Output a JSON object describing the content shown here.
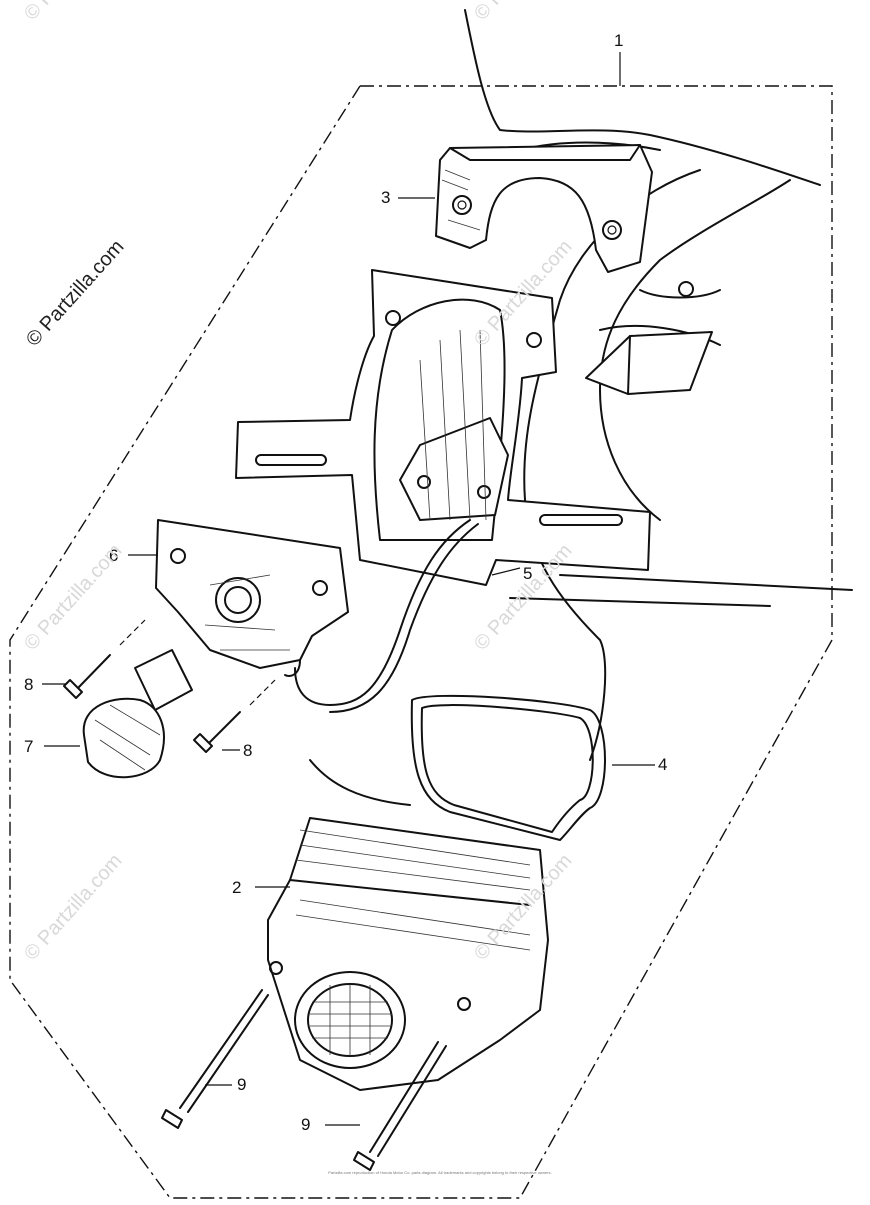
{
  "watermark": {
    "main": "© Partzilla.com",
    "repeats": [
      "© Partzilla.com",
      "© Partzilla.com",
      "© Partzilla.com",
      "© Partzilla.com",
      "© Partzilla.com",
      "© Partzilla.com",
      "© Partzilla.com"
    ]
  },
  "callouts": {
    "c1": "1",
    "c2": "2",
    "c3": "3",
    "c4": "4",
    "c5": "5",
    "c6": "6",
    "c7": "7",
    "c8a": "8",
    "c8b": "8",
    "c9a": "9",
    "c9b": "9"
  },
  "copyright": "Partzilla.com reproduction of Honda Motor Co. parts diagram. All trademarks and copyrights belong to their respective owners."
}
